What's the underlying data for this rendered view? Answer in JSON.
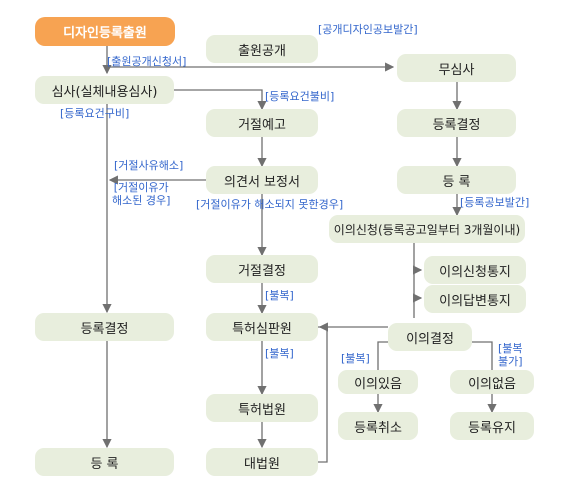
{
  "boxes": {
    "design_application": "디자인등록출원",
    "application_publication": "출원공개",
    "examination_substantive": "심사(실체내용심사)",
    "non_examination": "무심사",
    "refusal_notice": "거절예고",
    "registration_decision_right": "등록결정",
    "opinion_amendment": "의견서 보정서",
    "registration_right": "등 록",
    "opposition_filing": "이의신청(등록공고일부터 3개월이내)",
    "refusal_decision": "거절결정",
    "opposition_notice": "이의신청통지",
    "opposition_reply": "이의답변통지",
    "registration_decision_left": "등록결정",
    "patent_trial": "특허심판원",
    "opposition_decision": "이의결정",
    "opposition_yes": "이의있음",
    "opposition_no": "이의없음",
    "patent_court": "특허법원",
    "registration_cancel": "등록취소",
    "registration_keep": "등록유지",
    "registration_left": "등 록",
    "supreme_court": "대법원"
  },
  "labels": {
    "design_publication": "[공개디자인공보발간]",
    "application_publication_request": "[출원공개신청서]",
    "requirements_fail": "[등록요건불비]",
    "requirements_met": "[등록요건구비]",
    "refusal_reason_resolved": "[거절사유해소]",
    "refusal_reason_resolved2_l1": "[거절이유가",
    "refusal_reason_resolved2_l2": "해소된 경우]",
    "registration_gazette": "[등록공보발간]",
    "refusal_not_resolved": "[거절이유가 해소되지 못한경우]",
    "appeal_1": "[불복]",
    "appeal_2": "[불복]",
    "appeal_3": "[불복]",
    "appeal_not_allowed_l1": "[불복",
    "appeal_not_allowed_l2": "불가]"
  },
  "colors": {
    "start_box": "#f7a352",
    "box": "#e8eedd",
    "arrow": "#707070",
    "label": "#3366cc"
  }
}
